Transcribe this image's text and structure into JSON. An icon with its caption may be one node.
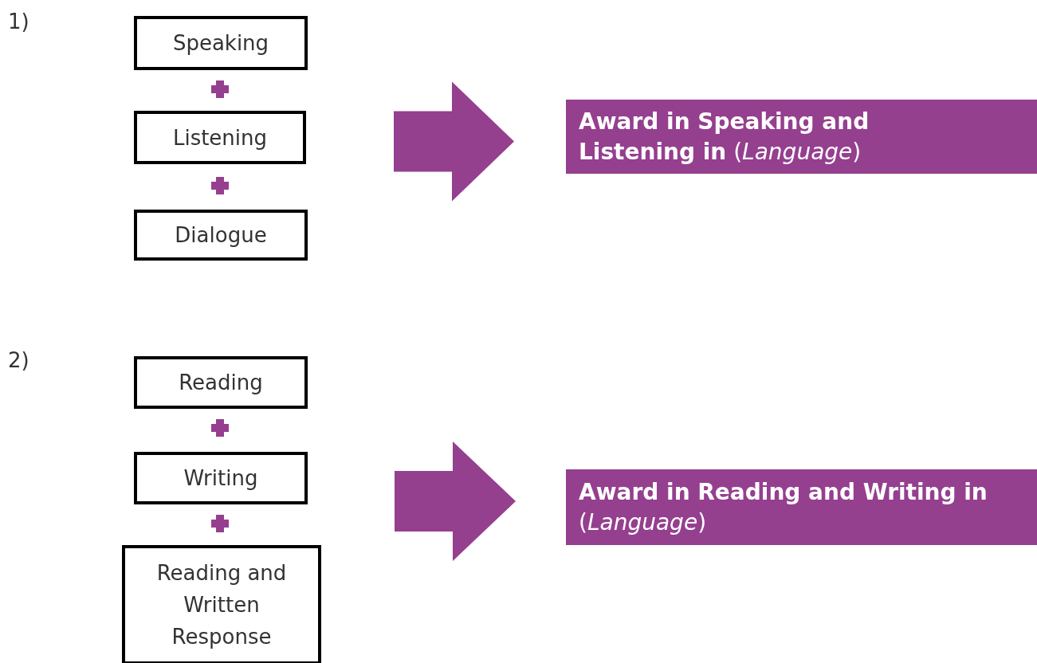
{
  "diagram": {
    "nodes": [
      {
        "text": [
          "Speaking"
        ]
      },
      {
        "text": [
          "Listening"
        ]
      },
      {
        "text": [
          "Dialogue"
        ]
      },
      {
        "text": [
          "**Award in Speaking and Listening in** (*Language*)"
        ]
      },
      {
        "text": [
          "Reading"
        ]
      },
      {
        "text": [
          "Writing"
        ]
      },
      {
        "text": [
          "Reading and Written Response"
        ]
      },
      {
        "text": [
          "**Award in Reading and Writing in** (*Language*)"
        ]
      }
    ],
    "edges": [
      {
        "from": 1,
        "to": 3,
        "arrow": "to",
        "style": "thick"
      },
      {
        "from": 5,
        "to": 7,
        "arrow": "to",
        "style": "thick"
      }
    ],
    "labels": [
      "1)",
      "2)"
    ]
  }
}
